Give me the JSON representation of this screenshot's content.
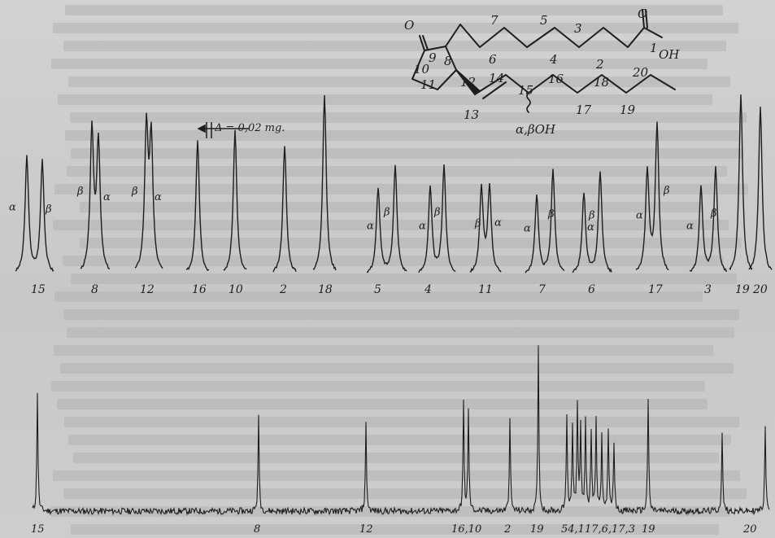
{
  "molecule": {
    "atom_labels": [
      {
        "id": "atom-7",
        "text": "7"
      },
      {
        "id": "atom-5",
        "text": "5"
      },
      {
        "id": "atom-3",
        "text": "3"
      },
      {
        "id": "atom-O",
        "text": "O"
      },
      {
        "id": "atom-9",
        "text": "9"
      },
      {
        "id": "atom-8",
        "text": "8"
      },
      {
        "id": "atom-6",
        "text": "6"
      },
      {
        "id": "atom-4",
        "text": "4"
      },
      {
        "id": "atom-2",
        "text": "2"
      },
      {
        "id": "atom-1",
        "text": "1"
      },
      {
        "id": "atom-OH1",
        "text": "OH"
      },
      {
        "id": "atom-O2",
        "text": "O"
      },
      {
        "id": "atom-10",
        "text": "10"
      },
      {
        "id": "atom-11",
        "text": "11"
      },
      {
        "id": "atom-12",
        "text": "12"
      },
      {
        "id": "atom-14",
        "text": "14"
      },
      {
        "id": "atom-16",
        "text": "16"
      },
      {
        "id": "atom-18",
        "text": "18"
      },
      {
        "id": "atom-20",
        "text": "20"
      },
      {
        "id": "atom-13",
        "text": "13"
      },
      {
        "id": "atom-15",
        "text": "15"
      },
      {
        "id": "atom-17",
        "text": "17"
      },
      {
        "id": "atom-19",
        "text": "19"
      }
    ],
    "substituent": "α,βOH"
  },
  "scale_label": "Δ = 0,02 mg.",
  "peak_groups": [
    {
      "id": "15",
      "label": "15",
      "first": "α",
      "second": "β"
    },
    {
      "id": "8",
      "label": "8",
      "first": "β",
      "second": "α"
    },
    {
      "id": "12",
      "label": "12",
      "first": "β",
      "second": "α"
    },
    {
      "id": "16",
      "label": "16"
    },
    {
      "id": "10",
      "label": "10"
    },
    {
      "id": "2",
      "label": "2"
    },
    {
      "id": "18",
      "label": "18"
    },
    {
      "id": "5",
      "label": "5",
      "first": "α",
      "second": "β"
    },
    {
      "id": "4",
      "label": "4",
      "first": "α",
      "second": "β"
    },
    {
      "id": "11",
      "label": "11",
      "first": "β",
      "second": "α"
    },
    {
      "id": "7",
      "label": "7",
      "first": "α",
      "second": "β"
    },
    {
      "id": "6",
      "label": "6",
      "first": "α",
      "second": "β"
    },
    {
      "id": "17",
      "label": "17",
      "first": "α",
      "second": "β"
    },
    {
      "id": "3",
      "label": "3",
      "first": "α",
      "second": "β"
    },
    {
      "id": "19",
      "label": "19"
    },
    {
      "id": "20",
      "label": "20"
    }
  ],
  "bottom_labels": [
    {
      "id": "15",
      "text": "15"
    },
    {
      "id": "8",
      "text": "8"
    },
    {
      "id": "12",
      "text": "12"
    },
    {
      "id": "16-10",
      "text": "16,10"
    },
    {
      "id": "2",
      "text": "2"
    },
    {
      "id": "19a",
      "text": "19"
    },
    {
      "id": "cluster",
      "text": "54,117,6,17,3"
    },
    {
      "id": "19b",
      "text": "19"
    },
    {
      "id": "20",
      "text": "20"
    }
  ]
}
